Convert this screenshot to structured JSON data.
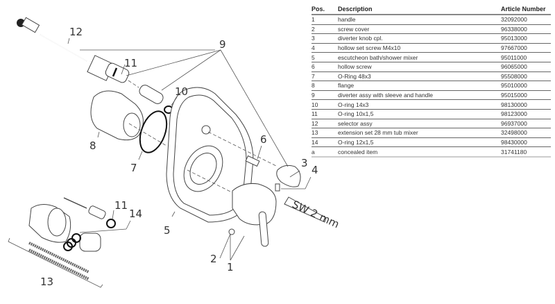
{
  "table": {
    "headers": {
      "pos": "Pos.",
      "description": "Description",
      "article": "Article Number"
    },
    "rows": [
      {
        "pos": "1",
        "description": "handle",
        "article": "32092000"
      },
      {
        "pos": "2",
        "description": "screw cover",
        "article": "96338000"
      },
      {
        "pos": "3",
        "description": "diverter knob cpl.",
        "article": "95013000"
      },
      {
        "pos": "4",
        "description": "hollow set screw M4x10",
        "article": "97667000"
      },
      {
        "pos": "5",
        "description": "escutcheon bath/shower mixer",
        "article": "95011000"
      },
      {
        "pos": "6",
        "description": "hollow screw",
        "article": "96065000"
      },
      {
        "pos": "7",
        "description": "O-Ring 48x3",
        "article": "95508000"
      },
      {
        "pos": "8",
        "description": "flange",
        "article": "95010000"
      },
      {
        "pos": "9",
        "description": "diverter assy with sleeve and handle",
        "article": "95015000"
      },
      {
        "pos": "10",
        "description": "O-ring 14x3",
        "article": "98130000"
      },
      {
        "pos": "11",
        "description": "O-ring 10x1,5",
        "article": "98123000"
      },
      {
        "pos": "12",
        "description": "selector assy",
        "article": "96937000"
      },
      {
        "pos": "13",
        "description": "extension set 28 mm tub mixer",
        "article": "32498000"
      },
      {
        "pos": "14",
        "description": "O-ring 12x1,5",
        "article": "98430000"
      },
      {
        "pos": "a",
        "description": "concealed item",
        "article": "31741180"
      }
    ]
  },
  "diagram": {
    "callouts": {
      "c1": "1",
      "c2": "2",
      "c3": "3",
      "c4": "4",
      "c5": "5",
      "c6": "6",
      "c7": "7",
      "c8": "8",
      "c9": "9",
      "c10": "10",
      "c11a": "11",
      "c11b": "11",
      "c12": "12",
      "c13": "13",
      "c14": "14"
    },
    "tool_label": "SW 2 mm"
  }
}
